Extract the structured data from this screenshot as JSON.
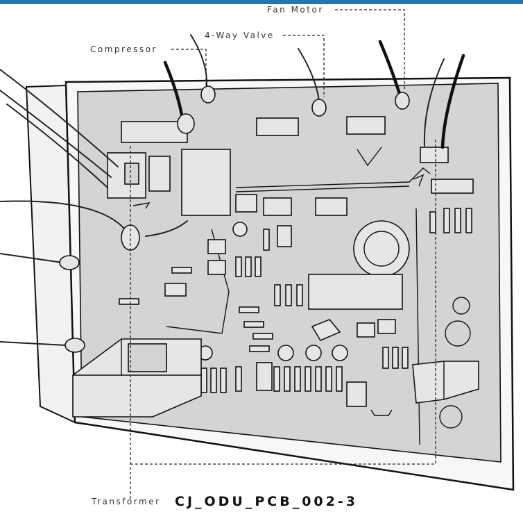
{
  "labels": {
    "fan_motor": "Fan Motor",
    "four_way_valve": "4-Way Valve",
    "compressor": "Compressor",
    "transformer": "Transformer",
    "pcb_code": "CJ_ODU_PCB_002-3"
  },
  "colors": {
    "top_bar": "#1f77b8",
    "board": "#d4d4d4",
    "outline": "#111111"
  }
}
